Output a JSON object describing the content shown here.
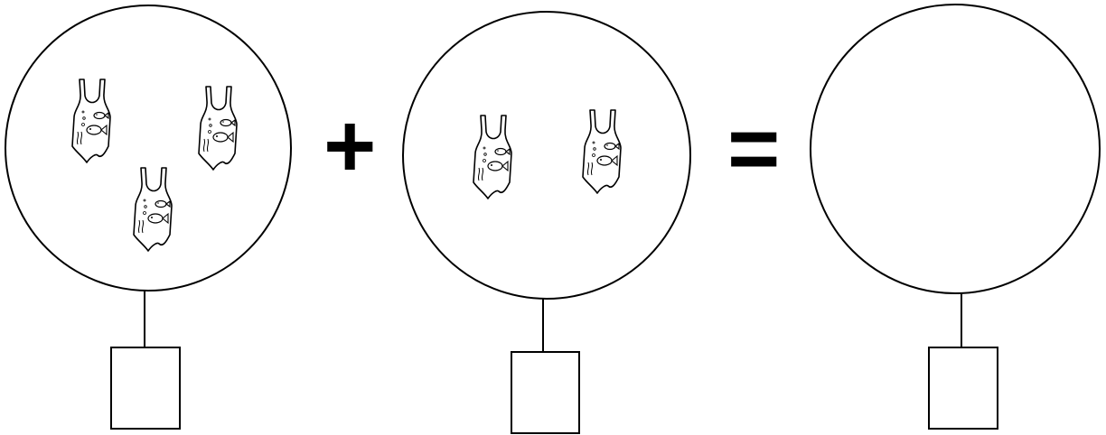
{
  "worksheet": {
    "operators": {
      "plus": "+",
      "equals": "="
    },
    "groups": [
      {
        "label": "group-left",
        "swimsuit_count": 3,
        "answer_box": ""
      },
      {
        "label": "group-middle",
        "swimsuit_count": 2,
        "answer_box": ""
      },
      {
        "label": "group-result",
        "swimsuit_count": 0,
        "answer_box": ""
      }
    ],
    "item_icon": "swimsuit-with-fish-icon",
    "colors": {
      "ink": "#000000",
      "paper": "#ffffff"
    }
  }
}
